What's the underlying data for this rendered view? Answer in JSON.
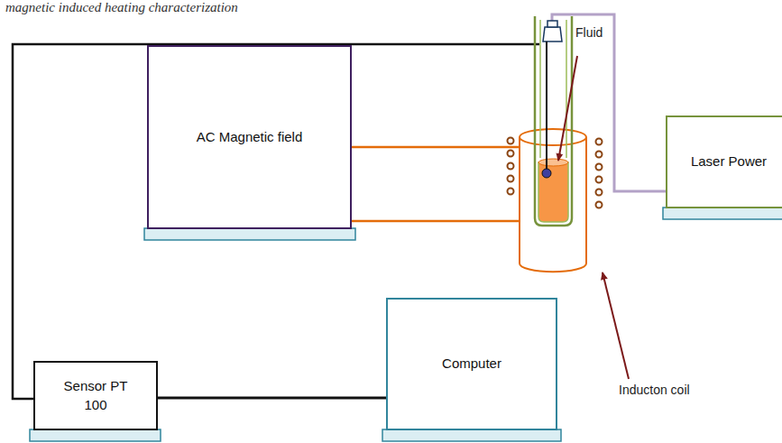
{
  "diagram": {
    "title": "magnetic induced heating characterization",
    "nodes": [
      {
        "text": [
          "AC Magnetic field"
        ]
      },
      {
        "text": [
          "Laser Power"
        ]
      },
      {
        "text": [
          "Sensor PT 100"
        ]
      },
      {
        "text": [
          "Computer"
        ]
      }
    ],
    "edges": [
      {
        "from": 2,
        "to": 3,
        "arrow": "none"
      }
    ],
    "labels": [
      "Fluid",
      "Inducton coil"
    ]
  }
}
